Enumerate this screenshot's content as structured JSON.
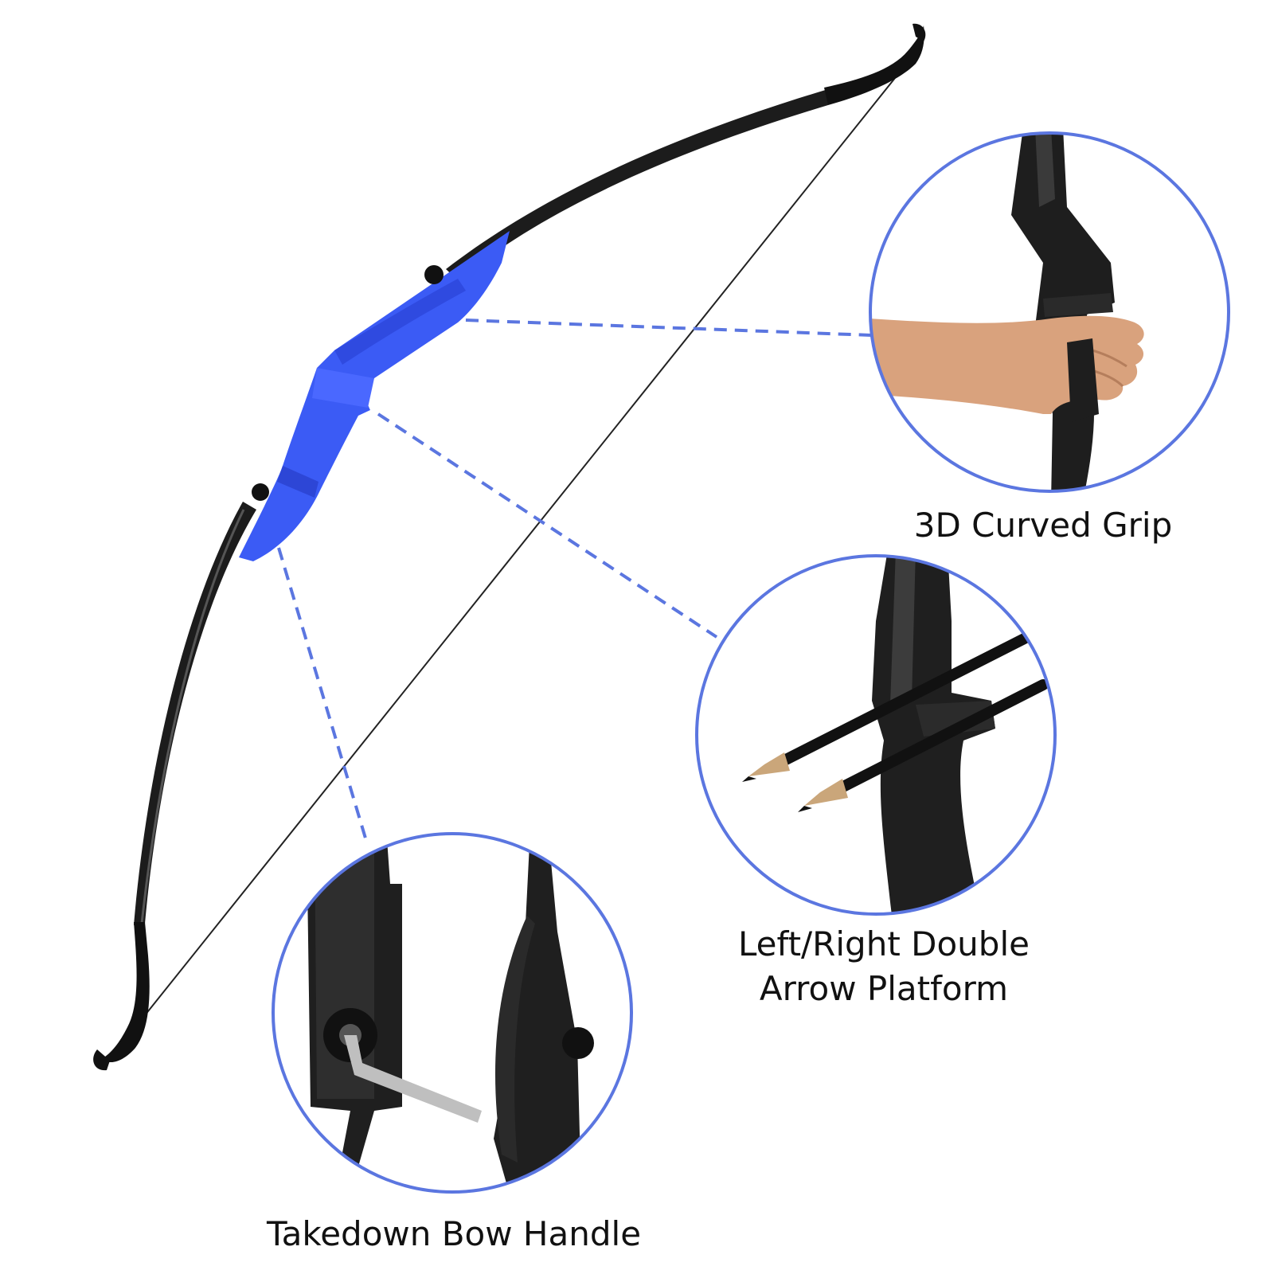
{
  "colors": {
    "accent": "#5b76e0",
    "riser": "#3b5bf5",
    "limb": "#1c1c1c",
    "skin": "#d9a27d"
  },
  "callouts": {
    "grip": {
      "label": "3D Curved Grip"
    },
    "arrow_platform": {
      "line1": "Left/Right Double",
      "line2": "Arrow Platform"
    },
    "takedown_handle": {
      "label": "Takedown Bow Handle"
    }
  }
}
